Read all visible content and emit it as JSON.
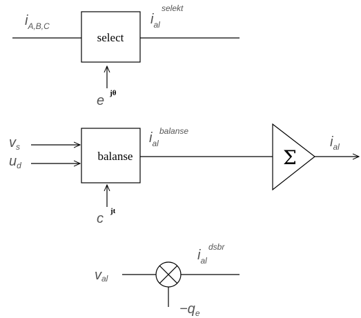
{
  "block_select": {
    "label": "select",
    "input_main": "i",
    "input_sub": "A,B,C",
    "output_main": "i",
    "output_sub": "al",
    "output_sup": "selekt",
    "control_main": "e",
    "control_sup": "jθ"
  },
  "block_balanse": {
    "label": "balanse",
    "input1_main": "v",
    "input1_sub": "s",
    "input2_main": "u",
    "input2_sub": "d",
    "output_main": "i",
    "output_sub": "al",
    "output_sup": "balanse",
    "control_main": "c",
    "control_sup": "jt"
  },
  "summer": {
    "symbol": "Σ",
    "output_main": "i",
    "output_sub": "al"
  },
  "multiplier": {
    "input_main": "v",
    "input_sub": "al",
    "output_main": "i",
    "output_sub": "al",
    "output_sup": "dsbr",
    "control_main": "−q",
    "control_sub": "e"
  }
}
